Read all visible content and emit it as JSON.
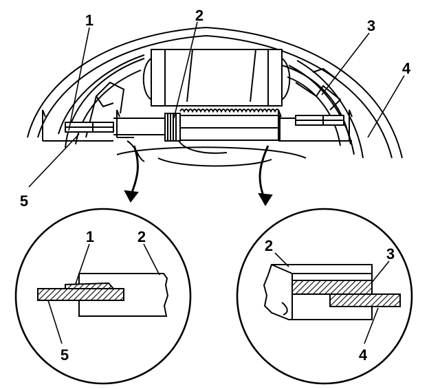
{
  "callouts": {
    "top_1": "1",
    "top_2": "2",
    "top_3": "3",
    "top_4": "4",
    "top_5": "5",
    "left_1": "1",
    "left_2": "2",
    "left_5": "5",
    "right_2": "2",
    "right_3": "3",
    "right_4": "4"
  },
  "colors": {
    "ink": "#000000",
    "paper": "#ffffff"
  }
}
